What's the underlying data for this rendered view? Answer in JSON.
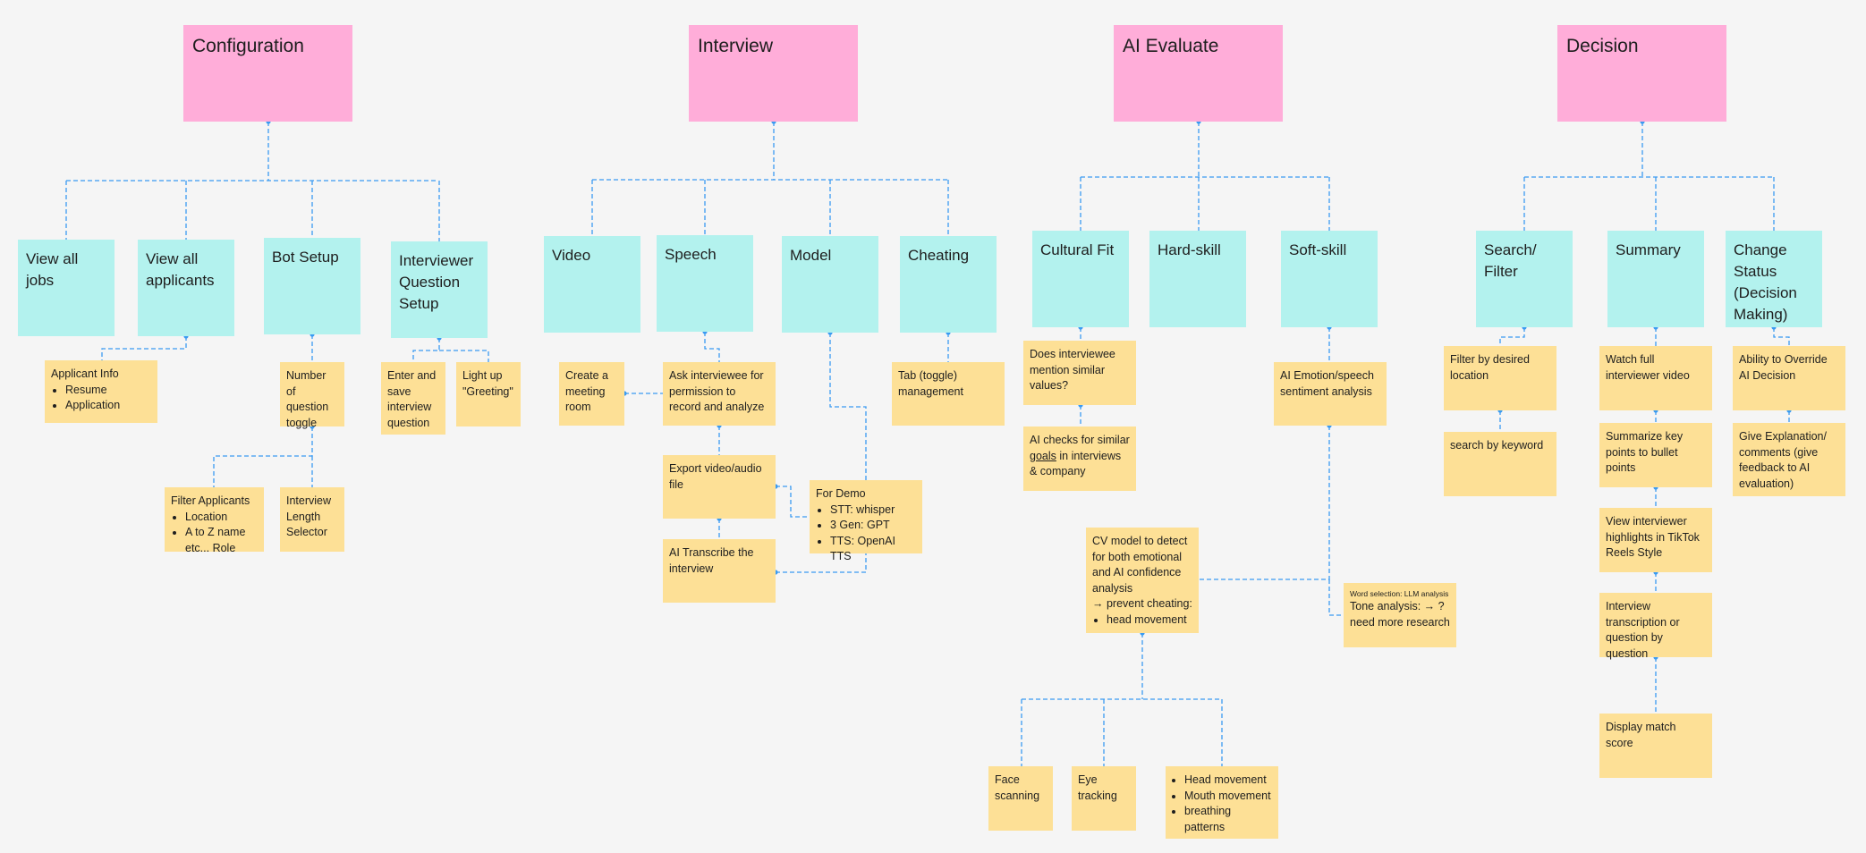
{
  "categories": {
    "configuration": "Configuration",
    "interview": "Interview",
    "ai_evaluate": "AI Evaluate",
    "decision": "Decision"
  },
  "configuration": {
    "view_all_jobs": "View all jobs",
    "view_all_applicants": "View all applicants",
    "bot_setup": "Bot Setup",
    "interviewer_question_setup": "Interviewer Question Setup",
    "applicant_info": {
      "title": "Applicant Info",
      "items": [
        "Resume",
        "Application"
      ]
    },
    "number_of_question_toggle": "Number of question toggle",
    "filter_applicants": {
      "title": "Filter Applicants",
      "items": [
        "Location",
        "A to Z name etc... Role"
      ]
    },
    "interview_length_selector": "Interview Length Selector",
    "enter_and_save": "Enter and save interview question",
    "light_up_greeting": "Light up \"Greeting\""
  },
  "interview": {
    "video": "Video",
    "speech": "Speech",
    "model": "Model",
    "cheating": "Cheating",
    "create_meeting_room": "Create a meeting room",
    "ask_permission": "Ask interviewee for permission to record and analyze",
    "export_file": "Export video/audio file",
    "ai_transcribe": "AI Transcribe the interview",
    "for_demo": {
      "title": "For Demo",
      "items": [
        "STT: whisper",
        "3 Gen: GPT",
        "TTS: OpenAI TTS"
      ]
    },
    "tab_management": "Tab (toggle) management"
  },
  "ai_evaluate": {
    "cultural_fit": "Cultural Fit",
    "hard_skill": "Hard-skill",
    "soft_skill": "Soft-skill",
    "similar_values": "Does interviewee mention similar values?",
    "ai_checks_pre": "AI checks for similar ",
    "ai_checks_goals": "goals",
    "ai_checks_post": " in interviews & company",
    "sentiment": "AI Emotion/speech sentiment analysis",
    "cv_model": "CV model to detect for both emotional and AI confidence analysis",
    "prevent_cheating": "→ prevent cheating:",
    "cv_items": [
      "head movement"
    ],
    "word_selection": "Word selection: LLM analysis",
    "tone_analysis": "Tone analysis: → ? need more research",
    "face_scanning": "Face scanning",
    "eye_tracking": "Eye tracking",
    "movement_items": [
      "Head movement",
      "Mouth movement",
      "breathing patterns"
    ]
  },
  "decision": {
    "search_filter": "Search/ Filter",
    "summary": "Summary",
    "change_status": "Change Status (Decision Making)",
    "filter_location": "Filter by desired location",
    "search_keyword": "search by keyword",
    "watch_video": "Watch full interviewer video",
    "summarize_points": "Summarize key points to bullet points",
    "view_highlights": "View interviewer highlights in TikTok Reels Style",
    "transcription": "Interview transcription or question by question",
    "match_score": "Display match score",
    "override": "Ability to Override AI Decision",
    "give_explanation": "Give Explanation/ comments (give feedback to AI evaluation)"
  },
  "colors": {
    "pink": "#ffadd9",
    "cyan": "#b3f2ee",
    "yellow": "#fde096",
    "connector": "#3a9bf2"
  }
}
